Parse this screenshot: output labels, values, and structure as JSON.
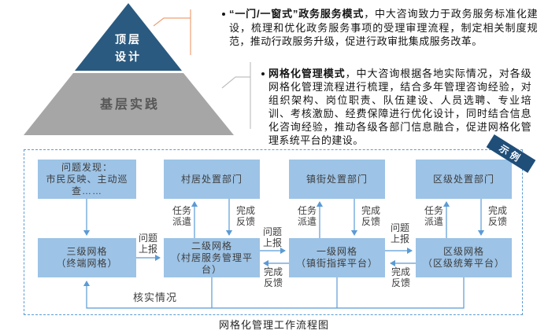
{
  "pyramid": {
    "top": "顶层\n设计",
    "bottom": "基层实践"
  },
  "bullets": [
    {
      "bold": "“一门/一窗式”政务服务模式",
      "text": "，中大咨询致力于政务服务标准化建设，梳理和优化政务服务事项的受理审理流程，制定相关制度规范，推动行政服务升级，促进行政审批集成服务改革。"
    },
    {
      "bold": "网格化管理模式",
      "text": "，中大咨询根据各地实际情况，对各级网格化管理流程进行梳理，结合多年管理咨询经验，对组织架构、岗位职责、队伍建设、人员选聘、专业培训、考核激励、经费保障进行优化设计，同时结合信息化咨询经验，推动各级各部门信息融合，促进网格化管理系统平台的建设。"
    }
  ],
  "flowchart": {
    "badge": "示例",
    "caption": "网格化管理工作流程图",
    "boxes": {
      "discovery": "问题发现：\n市民反映、主动巡查……",
      "village_dept": "村居处置部门",
      "town_dept": "镇街处置部门",
      "district_dept": "区级处置部门",
      "grid3": "三级网格\n（终端网格）",
      "grid2": "二级网格\n（村居服务管理平台）",
      "grid1": "一级网格\n（镇街指挥平台）",
      "grid_district": "区级网格\n（区级统筹平台）"
    },
    "labels": {
      "task_dispatch": "任务\n派遣",
      "complete_feedback": "完成\n反馈",
      "problem_report": "问题\n上报",
      "verify": "核实情况"
    }
  },
  "colors": {
    "box_fill": "#9DC3E6",
    "arrow": "#5B9BD5",
    "dashed_border": "#5B9BD5",
    "navy": "#1F4E79",
    "pyramid_blue": "#2A5A80",
    "pyramid_gray": "#A6A6A6",
    "callout_orange": "#EFA076",
    "callout_gray": "#C0C0C0"
  }
}
